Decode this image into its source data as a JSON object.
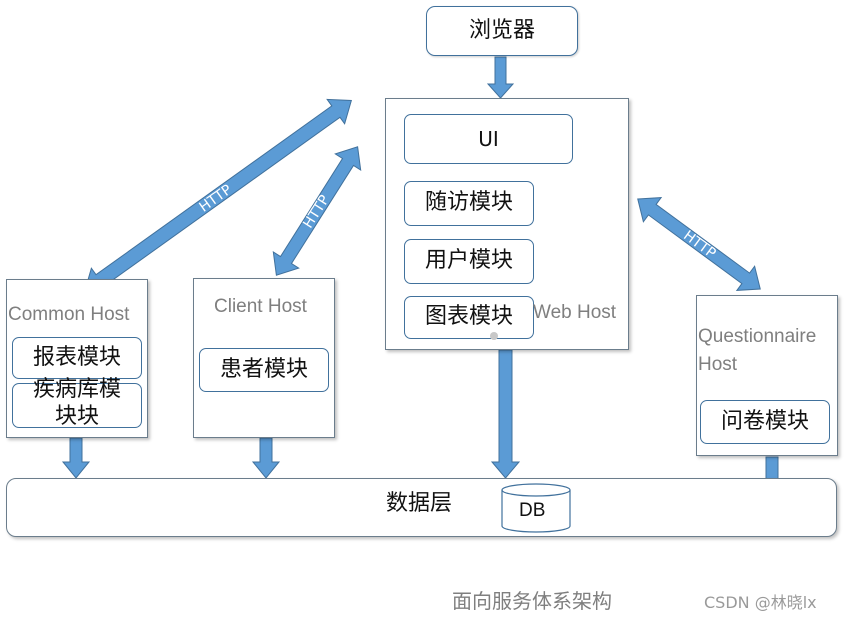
{
  "browser": {
    "label": "浏览器"
  },
  "web_host": {
    "label": "Web Host",
    "modules": {
      "ui": "UI",
      "followup": "随访模块",
      "user": "用户模块",
      "chart": "图表模块"
    }
  },
  "common_host": {
    "label": "Common Host",
    "modules": {
      "report": "报表模块",
      "disease_line1": "疾病库模",
      "disease_line2": "块块"
    }
  },
  "client_host": {
    "label": "Client Host",
    "modules": {
      "patient": "患者模块"
    }
  },
  "questionnaire_host": {
    "label_line1": "Questionnaire",
    "label_line2": "Host",
    "modules": {
      "questionnaire": "问卷模块"
    }
  },
  "data_layer": {
    "label": "数据层",
    "db": "DB"
  },
  "connectors": {
    "http": "HTTP"
  },
  "caption": "面向服务体系架构",
  "watermark": "CSDN @林晓lx",
  "colors": {
    "arrow": "#5b9bd5",
    "arrow_stroke": "#41719c",
    "border": "#41719c"
  }
}
